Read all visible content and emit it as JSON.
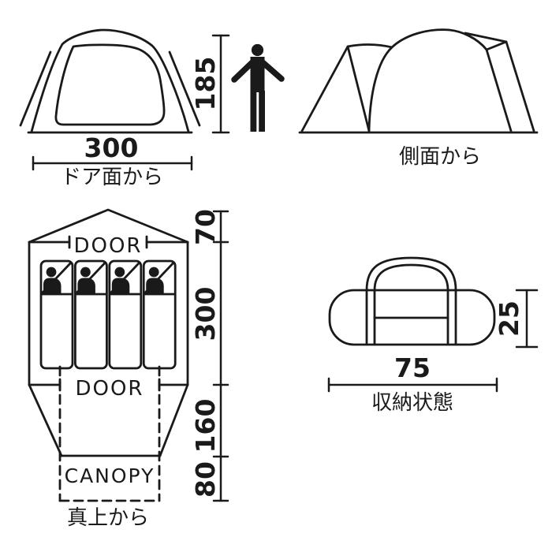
{
  "page": {
    "background": "#ffffff",
    "line_color": "#1a1a1a"
  },
  "front_view": {
    "height_cm": "185",
    "width_cm": "300",
    "caption": "ドア面から"
  },
  "side_view": {
    "caption": "側面から"
  },
  "top_view": {
    "door_top": "DOOR",
    "door_bottom": "DOOR",
    "canopy": "CANOPY",
    "caption": "真上から",
    "dim_peak_cm": "70",
    "dim_inner_cm": "300",
    "dim_vestibule_cm": "160",
    "dim_canopy_cm": "80",
    "sleeping_bag_count": 4
  },
  "storage_view": {
    "width_cm": "75",
    "height_cm": "25",
    "caption": "収納状態"
  }
}
